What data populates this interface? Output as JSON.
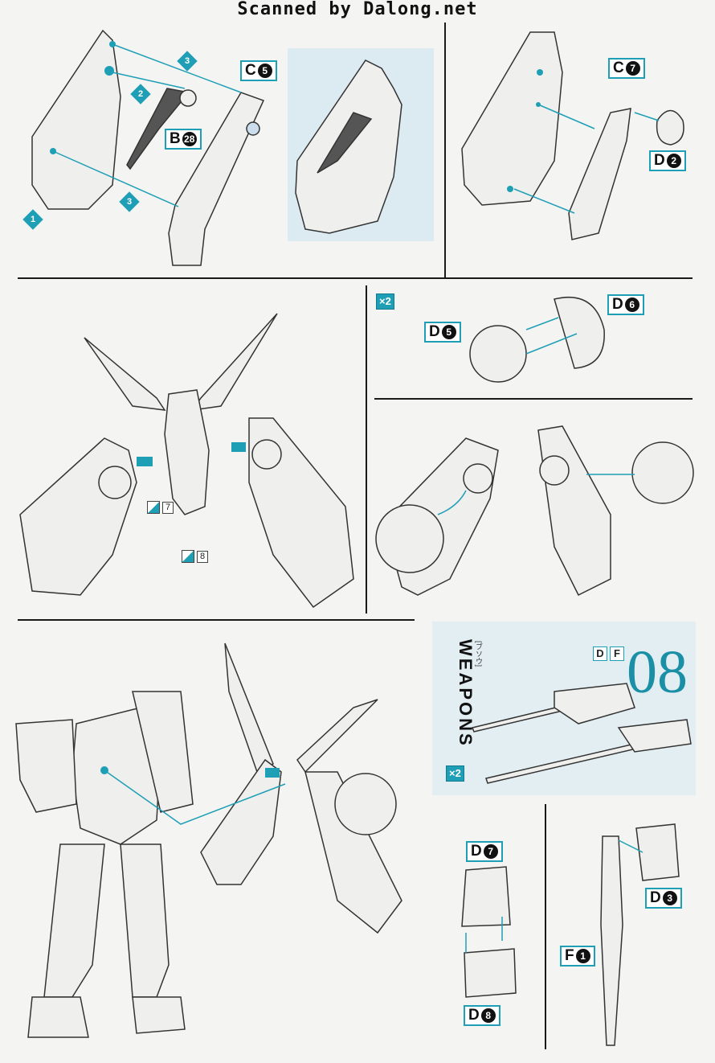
{
  "watermark": "Scanned by Dalong.net",
  "colors": {
    "accent": "#1f9fb6",
    "panel_tint": "#e3eef3",
    "step_number": "#1a8fa6"
  },
  "panel1": {
    "steps": [
      "1",
      "2",
      "3",
      "3"
    ],
    "labels": {
      "c5": "C",
      "c5_num": "5",
      "b28": "B",
      "b28_num": "28"
    }
  },
  "panel2": {
    "labels": {
      "c7": "C",
      "c7_num": "7",
      "d2": "D",
      "d2_num": "2"
    }
  },
  "panel3": {
    "stickers": [
      {
        "num": "7"
      },
      {
        "num": "8"
      }
    ]
  },
  "panel4": {
    "multiplier": "×2",
    "labels": {
      "d5": "D",
      "d5_num": "5",
      "d6": "D",
      "d6_num": "6"
    }
  },
  "weapons": {
    "title": "WEAPONS",
    "kana": "[ブソウ]",
    "multiplier": "×2",
    "runner_tags": [
      "D",
      "F"
    ],
    "step_number": "08",
    "labels": {
      "d7": "D",
      "d7_num": "7",
      "d8": "D",
      "d8_num": "8",
      "d3": "D",
      "d3_num": "3",
      "f1": "F",
      "f1_num": "1"
    }
  }
}
